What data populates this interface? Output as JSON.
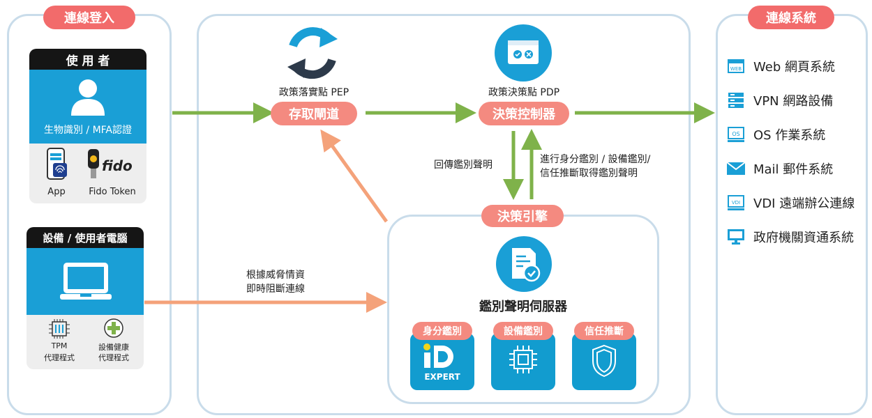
{
  "left": {
    "title": "連線登入",
    "user_card": {
      "header": "使 用 者",
      "caption": "生物識別 / MFA認證",
      "app_label": "App",
      "fido_label": "Fido Token",
      "fido_logo_text": "fido"
    },
    "device_card": {
      "header": "設備 / 使用者電腦",
      "tpm_label_1": "TPM",
      "tpm_label_2": "代理程式",
      "health_label_1": "設備健康",
      "health_label_2": "代理程式"
    }
  },
  "center": {
    "pep_caption": "政策落實點 PEP",
    "pep_button": "存取閘道",
    "pdp_caption": "政策決策點 PDP",
    "pdp_button": "決策控制器",
    "return_text": "回傳鑑別聲明",
    "verify_line1": "進行身分鑑別 / 設備鑑別/",
    "verify_line2": "信任推斷取得鑑別聲明",
    "threat_line1": "根據威脅情資",
    "threat_line2": "即時阻斷連線",
    "engine_title": "決策引擎",
    "server_label": "鑑別聲明伺服器",
    "badges": [
      "身分鑑別",
      "設備鑑別",
      "信任推斷"
    ],
    "id_logo_text": "EXPERT"
  },
  "right": {
    "title": "連線系統",
    "systems": [
      {
        "label": "Web 網頁系統",
        "icon": "web-window-icon",
        "badge": "WEB"
      },
      {
        "label": "VPN 網路設備",
        "icon": "server-icon",
        "badge": ""
      },
      {
        "label": "OS 作業系統",
        "icon": "os-window-icon",
        "badge": "OS"
      },
      {
        "label": "Mail 郵件系統",
        "icon": "mail-icon",
        "badge": ""
      },
      {
        "label": "VDI 遠端辦公連線",
        "icon": "vdi-window-icon",
        "badge": "VDI"
      },
      {
        "label": "政府機關資通系統",
        "icon": "monitor-icon",
        "badge": ""
      }
    ]
  },
  "colors": {
    "accent_red": "#f26b6b",
    "blue": "#1a9fd6",
    "green_arrow": "#7fb24a",
    "orange_arrow": "#f4a27a",
    "panel_border": "#c9dcea"
  }
}
